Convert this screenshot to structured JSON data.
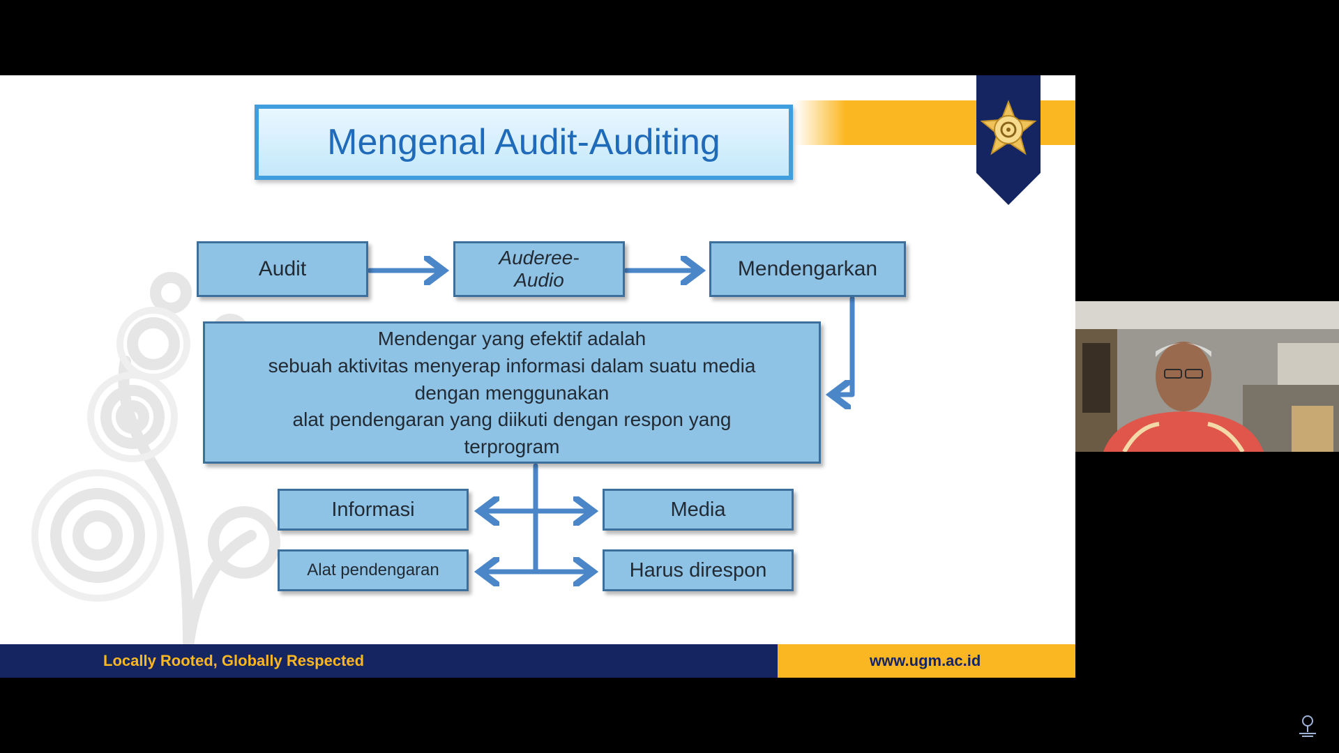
{
  "slide": {
    "title": "Mengenal Audit-Auditing",
    "flow": {
      "step1": "Audit",
      "step2_line1": "Auderee-",
      "step2_line2": "Audio",
      "step3": "Mendengarkan"
    },
    "definition": {
      "line1": "Mendengar yang efektif adalah",
      "line2": "sebuah aktivitas menyerap informasi dalam suatu media",
      "line3": "dengan menggunakan",
      "line4": "alat pendengaran yang diikuti dengan respon yang",
      "line5": "terprogram"
    },
    "components": {
      "informasi": "Informasi",
      "media": "Media",
      "alat": "Alat pendengaran",
      "harus": "Harus direspon"
    },
    "footer": {
      "tagline": "Locally Rooted, Globally Respected",
      "url": "www.ugm.ac.id"
    }
  },
  "colors": {
    "navy": "#152561",
    "gold": "#fbb722",
    "box_fill": "#8ec3e6",
    "arrow": "#4a86c8",
    "title_text": "#1f6ab9"
  },
  "icons": {
    "crest": "ugm-crest-icon",
    "corner": "channel-logo-icon"
  }
}
